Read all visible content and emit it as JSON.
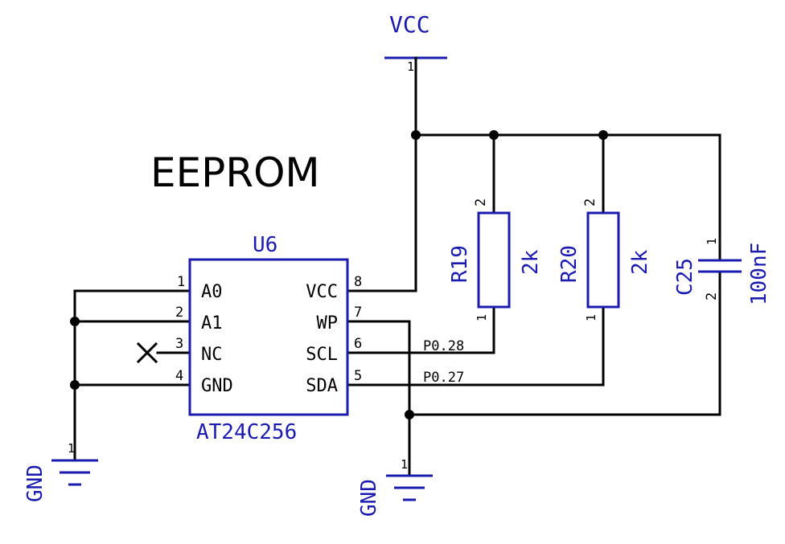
{
  "title": "EEPROM",
  "power": {
    "vcc_label": "VCC",
    "gnd_label": "GND"
  },
  "ic": {
    "ref": "U6",
    "part": "AT24C256",
    "pins_left": [
      {
        "num": "1",
        "name": "A0"
      },
      {
        "num": "2",
        "name": "A1"
      },
      {
        "num": "3",
        "name": "NC"
      },
      {
        "num": "4",
        "name": "GND"
      }
    ],
    "pins_right": [
      {
        "num": "8",
        "name": "VCC"
      },
      {
        "num": "7",
        "name": "WP"
      },
      {
        "num": "6",
        "name": "SCL"
      },
      {
        "num": "5",
        "name": "SDA"
      }
    ]
  },
  "r19": {
    "ref": "R19",
    "value": "2k",
    "pin_top": "2",
    "pin_bottom": "1"
  },
  "r20": {
    "ref": "R20",
    "value": "2k",
    "pin_top": "2",
    "pin_bottom": "1"
  },
  "c25": {
    "ref": "C25",
    "value": "100nF",
    "pin_top": "1",
    "pin_bottom": "2"
  },
  "nets": {
    "scl": "P0.28",
    "sda": "P0.27"
  },
  "pin_one": "1",
  "colors": {
    "component": "#1b1bb0",
    "wire": "#000000"
  }
}
